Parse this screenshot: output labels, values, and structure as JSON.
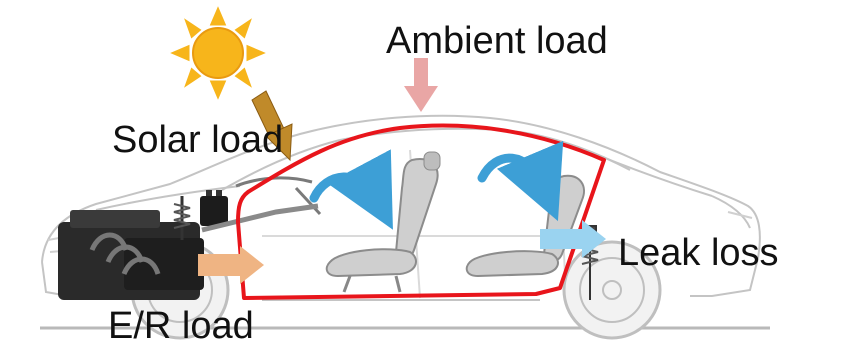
{
  "labels": {
    "ambient": "Ambient load",
    "solar": "Solar load",
    "leak": "Leak loss",
    "er": "E/R load"
  },
  "icons": {
    "sun": "sun-icon",
    "car": "car-side-view-icon",
    "engine": "engine-icon",
    "seat": "car-seat-icon"
  },
  "colors": {
    "cabin_outline": "#e8151b",
    "ambient_arrow": "#e9a6a5",
    "solar_arrow": "#c08a2a",
    "er_arrow": "#efb483",
    "leak_arrow": "#9ad3f0",
    "air_flow": "#3d9fd6",
    "sun": "#f7b51b"
  }
}
